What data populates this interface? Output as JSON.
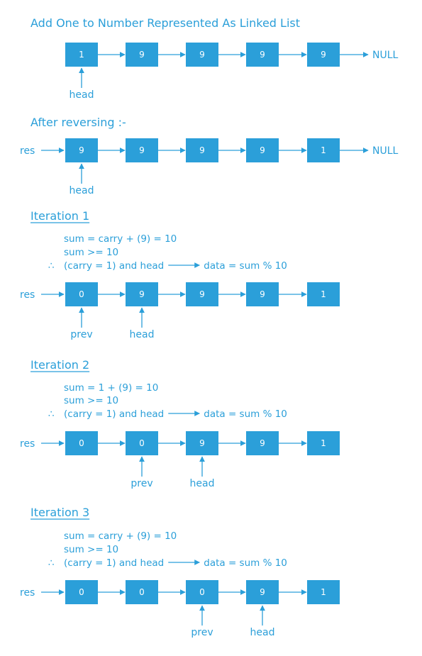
{
  "title": "Add One to Number Represented As Linked List",
  "colors": {
    "accent": "#2b9fd9"
  },
  "blocks": [
    {
      "heading": "",
      "equations": [],
      "nodes": [
        "1",
        "9",
        "9",
        "9",
        "9"
      ],
      "left_label": "",
      "end_label": "NULL",
      "pointers": [
        {
          "node": 0,
          "label": "head"
        }
      ]
    },
    {
      "heading": "After reversing :-",
      "equations": [],
      "nodes": [
        "9",
        "9",
        "9",
        "9",
        "1"
      ],
      "left_label": "res",
      "end_label": "NULL",
      "pointers": [
        {
          "node": 0,
          "label": "head"
        }
      ]
    },
    {
      "heading": "Iteration 1",
      "equations": [
        {
          "prefix": "",
          "text": "sum  =  carry + (9)  =  10"
        },
        {
          "prefix": "",
          "text": "sum  >=  10"
        },
        {
          "prefix": "∴",
          "text": "(carry = 1)   and   head",
          "arrow_to": "data  =  sum % 10"
        }
      ],
      "nodes": [
        "0",
        "9",
        "9",
        "9",
        "1"
      ],
      "left_label": "res",
      "end_label": "",
      "pointers": [
        {
          "node": 0,
          "label": "prev"
        },
        {
          "node": 1,
          "label": "head"
        }
      ]
    },
    {
      "heading": "Iteration 2",
      "equations": [
        {
          "prefix": "",
          "text": "sum  =  1 + (9)  =  10"
        },
        {
          "prefix": "",
          "text": "sum  >=  10"
        },
        {
          "prefix": "∴",
          "text": "(carry = 1)   and   head",
          "arrow_to": "data  =  sum % 10"
        }
      ],
      "nodes": [
        "0",
        "0",
        "9",
        "9",
        "1"
      ],
      "left_label": "res",
      "end_label": "",
      "pointers": [
        {
          "node": 1,
          "label": "prev"
        },
        {
          "node": 2,
          "label": "head"
        }
      ]
    },
    {
      "heading": "Iteration 3",
      "equations": [
        {
          "prefix": "",
          "text": "sum  =  carry + (9)  =  10"
        },
        {
          "prefix": "",
          "text": "sum  >=  10"
        },
        {
          "prefix": "∴",
          "text": "(carry = 1)   and   head",
          "arrow_to": "data  =  sum % 10"
        }
      ],
      "nodes": [
        "0",
        "0",
        "0",
        "9",
        "1"
      ],
      "left_label": "res",
      "end_label": "",
      "pointers": [
        {
          "node": 2,
          "label": "prev"
        },
        {
          "node": 3,
          "label": "head"
        }
      ]
    }
  ]
}
